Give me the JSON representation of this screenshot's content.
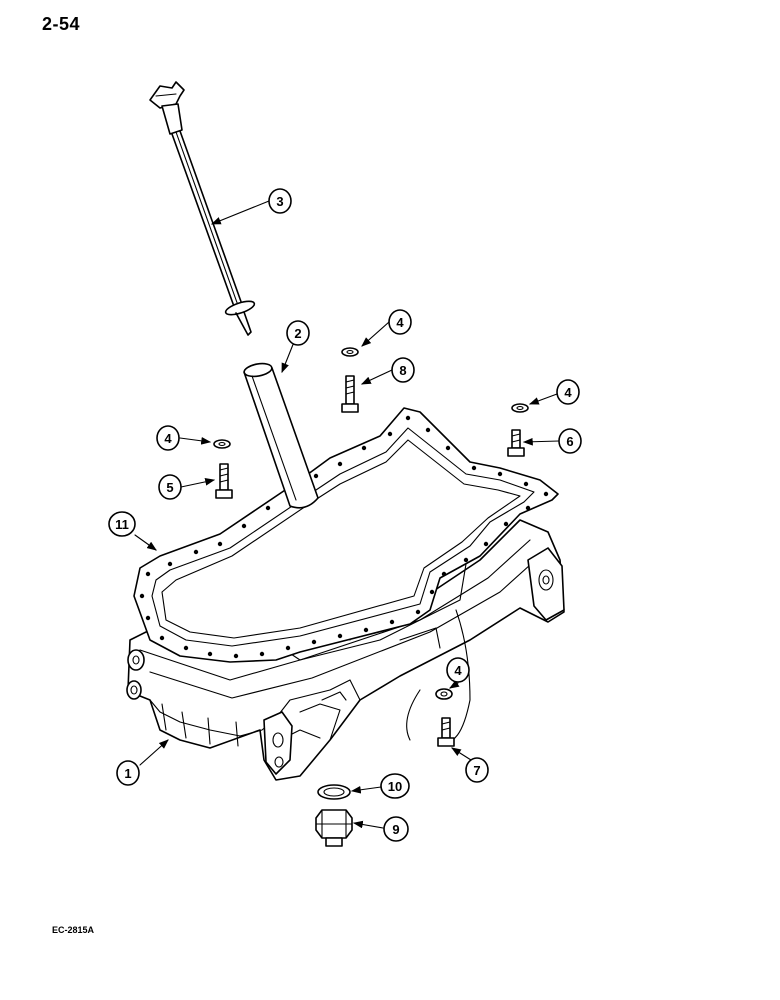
{
  "page": {
    "number": "2-54"
  },
  "figure": {
    "code": "EC-2815A"
  },
  "callouts": {
    "c1": "1",
    "c2": "2",
    "c3": "3",
    "c4a": "4",
    "c4b": "4",
    "c4c": "4",
    "c4d": "4",
    "c5": "5",
    "c6": "6",
    "c7": "7",
    "c8": "8",
    "c9": "9",
    "c10": "10",
    "c11": "11"
  }
}
